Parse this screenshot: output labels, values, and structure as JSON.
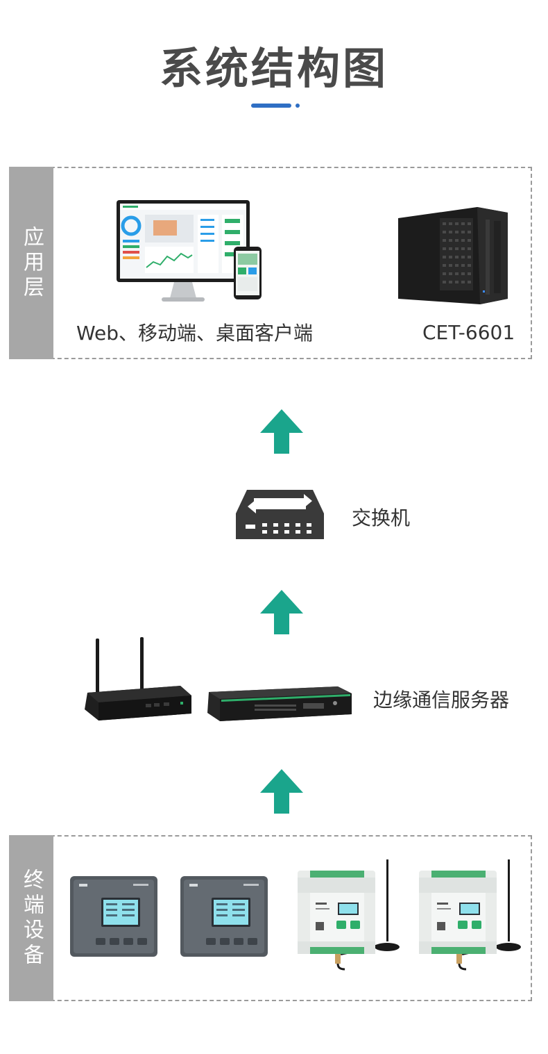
{
  "header": {
    "title": "系统结构图"
  },
  "colors": {
    "accent_blue": "#2f6fc4",
    "arrow_teal": "#1aa58c",
    "label_gray": "#a7a7a7"
  },
  "application_layer": {
    "label": "应用层",
    "items": [
      {
        "caption": "Web、移动端、桌面客户端",
        "icon": "monitor-phone-icon"
      },
      {
        "caption": "CET-6601",
        "icon": "server-tower-icon"
      }
    ]
  },
  "switch": {
    "label": "交换机",
    "icon": "network-switch-icon"
  },
  "edge_server": {
    "label": "边缘通信服务器",
    "icons": [
      "edge-gateway-icon",
      "rack-server-icon"
    ]
  },
  "terminal_layer": {
    "label": "终端设备",
    "device_icons": [
      "panel-meter-icon",
      "panel-meter-icon",
      "din-rail-meter-icon",
      "din-rail-meter-icon"
    ]
  },
  "arrows": {
    "icon": "up-arrow-icon",
    "count": 3
  }
}
